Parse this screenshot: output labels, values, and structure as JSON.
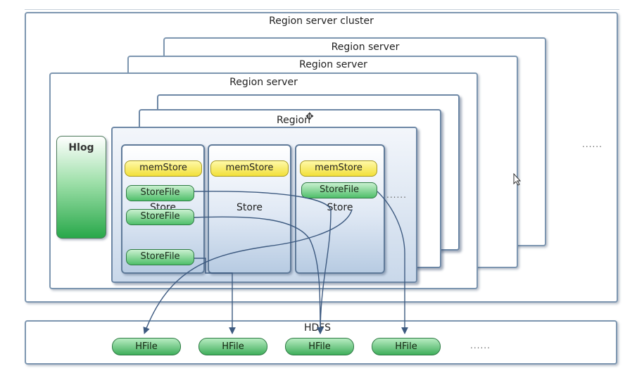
{
  "diagram": {
    "cluster_title": "Region server cluster",
    "region_server_labels": [
      "Region server",
      "Region server",
      "Region server"
    ],
    "region_label": "Region",
    "hlog_label": "Hlog",
    "stores": [
      {
        "memstore": "memStore",
        "storefiles": [
          "StoreFile",
          "StoreFile",
          "StoreFile"
        ],
        "label": "Store"
      },
      {
        "memstore": "memStore",
        "storefiles": [],
        "label": "Store"
      },
      {
        "memstore": "memStore",
        "storefiles": [
          "StoreFile"
        ],
        "label": "Store"
      }
    ],
    "store_ellipsis": "......",
    "server_ellipsis": "......",
    "hdfs_title": "HDFS",
    "hfiles": [
      "HFile",
      "HFile",
      "HFile",
      "HFile"
    ],
    "hfile_ellipsis": "......"
  },
  "colors": {
    "border": "#7d96b0",
    "memstore": "#f2e03a",
    "storefile": "#4fbf6a",
    "hfile": "#3fae5b",
    "arrow": "#3d5a80"
  }
}
